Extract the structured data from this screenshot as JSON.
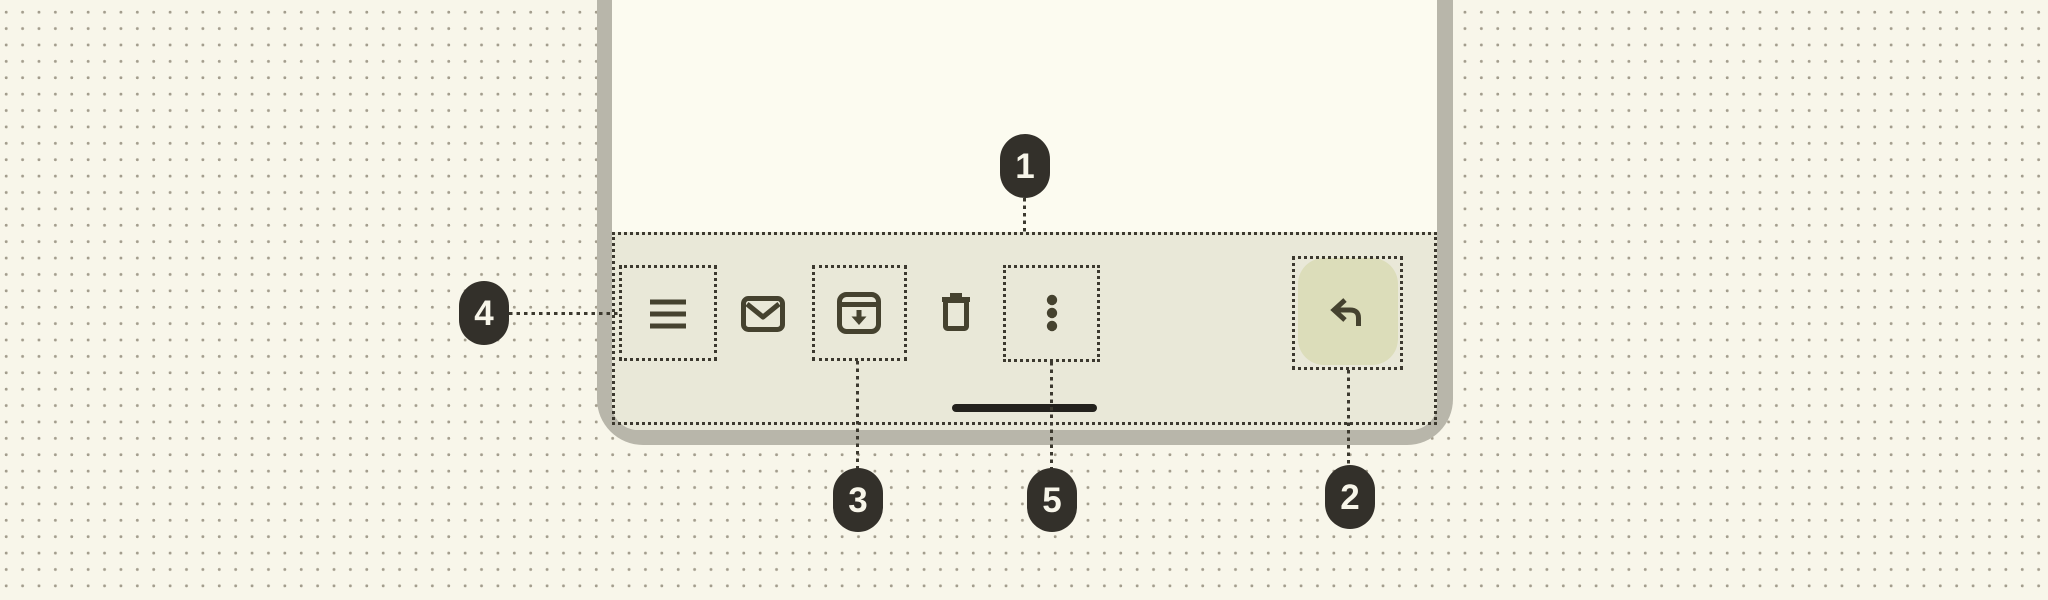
{
  "figure": {
    "kind": "annotated bottom app bar spec",
    "annotations": {
      "badges": [
        {
          "label": "1",
          "target": "bottom-app-bar"
        },
        {
          "label": "2",
          "target": "reply-button"
        },
        {
          "label": "3",
          "target": "archive-button"
        },
        {
          "label": "4",
          "target": "menu-button"
        },
        {
          "label": "5",
          "target": "more-options-button"
        }
      ]
    }
  },
  "device": {
    "bottom_app_bar": {
      "action_icons": [
        "menu-icon",
        "mail-icon",
        "archive-icon",
        "trash-icon",
        "more-vert-icon"
      ],
      "primary_action_icon": "reply-icon",
      "has_home_indicator": true
    }
  },
  "colors": {
    "page_background": "#f8f6ea",
    "dot_grid": "#a39d8d",
    "device_frame": "#b8b6aa",
    "screen_background": "#fcfbf0",
    "app_bar_background": "#e9e8d8",
    "icon": "#45422f",
    "reply_button_background": "#dcddba",
    "annotation_dotted": "#3c392f",
    "badge_background": "#33302a",
    "badge_text": "#f7f5e9",
    "home_indicator": "#23211c"
  }
}
